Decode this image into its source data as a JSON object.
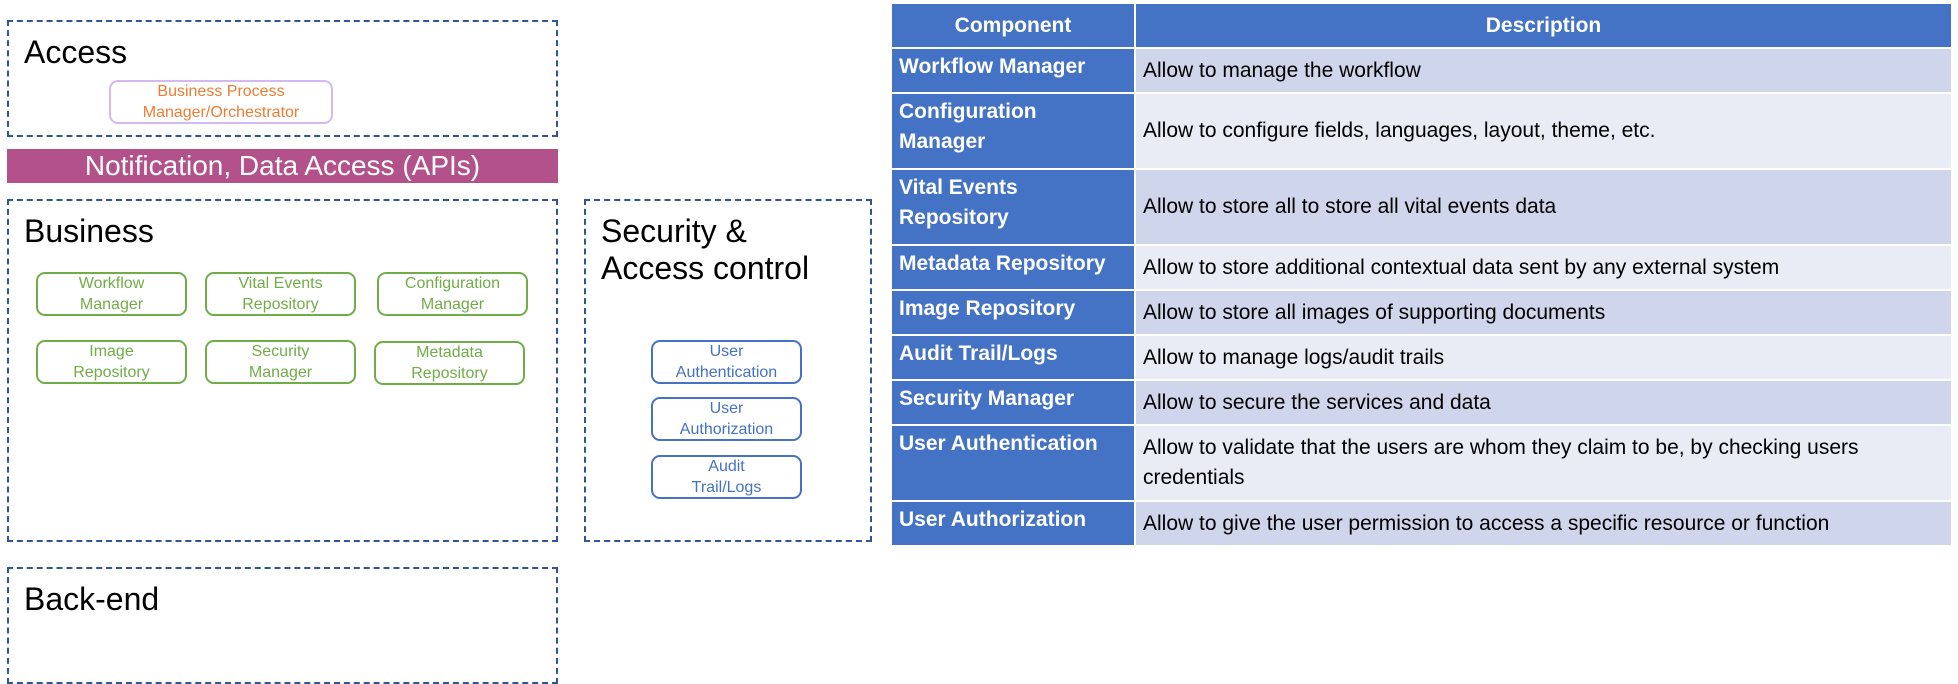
{
  "access": {
    "title": "Access",
    "bpm_line1": "Business Process",
    "bpm_line2": "Manager/Orchestrator"
  },
  "api_bar": "Notification, Data Access (APIs)",
  "business": {
    "title": "Business",
    "components": [
      {
        "line1": "Workflow",
        "line2": "Manager"
      },
      {
        "line1": "Vital Events",
        "line2": "Repository"
      },
      {
        "line1": "Configuration",
        "line2": "Manager"
      },
      {
        "line1": "Image",
        "line2": "Repository"
      },
      {
        "line1": "Security",
        "line2": "Manager"
      },
      {
        "line1": "Metadata",
        "line2": "Repository"
      }
    ]
  },
  "security": {
    "title_line1": "Security &",
    "title_line2": "Access control",
    "components": [
      {
        "line1": "User",
        "line2": "Authentication"
      },
      {
        "line1": "User",
        "line2": "Authorization"
      },
      {
        "line1": "Audit",
        "line2": "Trail/Logs"
      }
    ]
  },
  "backend": {
    "title": "Back-end"
  },
  "table": {
    "header_component": "Component",
    "header_description": "Description",
    "rows": [
      {
        "component": "Workflow Manager",
        "description": "Allow to manage the workflow"
      },
      {
        "component": "Configuration Manager",
        "description": "Allow to configure fields, languages, layout, theme, etc."
      },
      {
        "component": "Vital Events Repository",
        "description": "Allow to store all to store all vital events data"
      },
      {
        "component": "Metadata Repository",
        "description": "Allow to store additional contextual data sent by any external system"
      },
      {
        "component": "Image Repository",
        "description": "Allow to store all images of supporting documents"
      },
      {
        "component": "Audit Trail/Logs",
        "description": "Allow to manage logs/audit trails"
      },
      {
        "component": "Security Manager",
        "description": "Allow to secure the services and data"
      },
      {
        "component": "User Authentication",
        "description": "Allow to validate that the users are whom they claim to be, by checking users credentials"
      },
      {
        "component": "User Authorization",
        "description": "Allow to give the user permission to access a specific resource or function"
      }
    ]
  },
  "colors": {
    "layer_border": "#2f5597",
    "api_bar": "#b3518a",
    "business_component": "#70ad47",
    "security_component": "#4472c4",
    "bpm_text": "#ed7d31",
    "bpm_border": "#d4b8f2",
    "table_header": "#4472c4",
    "row_odd": "#cfd5ea",
    "row_even": "#e9ebf5"
  }
}
